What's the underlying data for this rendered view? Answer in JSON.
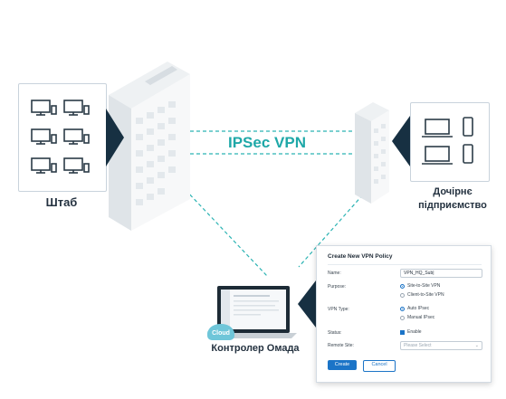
{
  "diagram": {
    "vpn_label": "IPSec VPN",
    "hq_label": "Штаб",
    "branch_label_line1": "Дочірнє",
    "branch_label_line2": "підприємство",
    "controller_label": "Контролер Омада",
    "cloud_label": "Cloud",
    "colors": {
      "accent": "#1fa8a8",
      "panel_dark": "#173042",
      "dialog_accent": "#1b74c7"
    }
  },
  "dialog": {
    "title": "Create New VPN Policy",
    "name_label": "Name:",
    "name_value": "VPN_HQ_Sub|",
    "purpose_label": "Purpose:",
    "purpose_options": [
      "Site-to-Site VPN",
      "Client-to-Site VPN"
    ],
    "vpn_type_label": "VPN Type:",
    "vpn_type_options": [
      "Auto IPsec",
      "Manual IPsec"
    ],
    "status_label": "Status:",
    "status_option": "Enable",
    "remote_site_label": "Remote Site:",
    "remote_site_placeholder": "Please Select",
    "create_button": "Create",
    "cancel_button": "Cancel"
  }
}
